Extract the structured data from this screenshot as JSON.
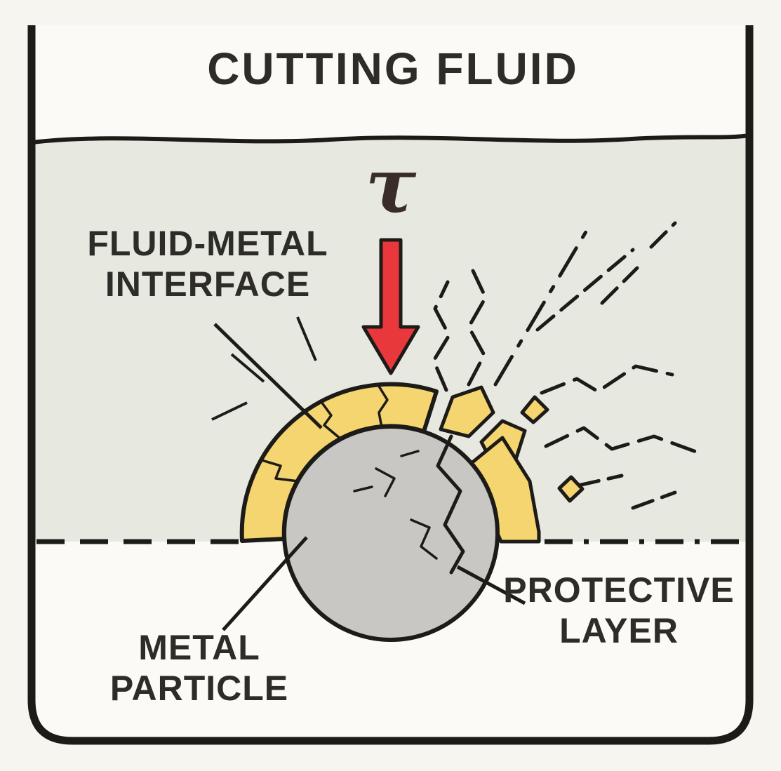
{
  "diagram": {
    "title": "CUTTING FLUID",
    "stress_symbol": "τ",
    "labels": {
      "fluid_metal_interface": {
        "line1": "FLUID-METAL",
        "line2": "INTERFACE"
      },
      "metal_particle": {
        "line1": "METAL",
        "line2": "PARTICLE"
      },
      "protective_layer": {
        "line1": "PROTECTIVE",
        "line2": "LAYER"
      }
    }
  },
  "colors": {
    "background": "#f6f5f0",
    "container_interior": "#fbfaf6",
    "fluid": "#e7e9e0",
    "outline": "#1d1b18",
    "text": "#2e2c29",
    "particle_gray": "#c8c7c3",
    "layer_yellow": "#f4d570",
    "arrow_red": "#e8383b"
  }
}
